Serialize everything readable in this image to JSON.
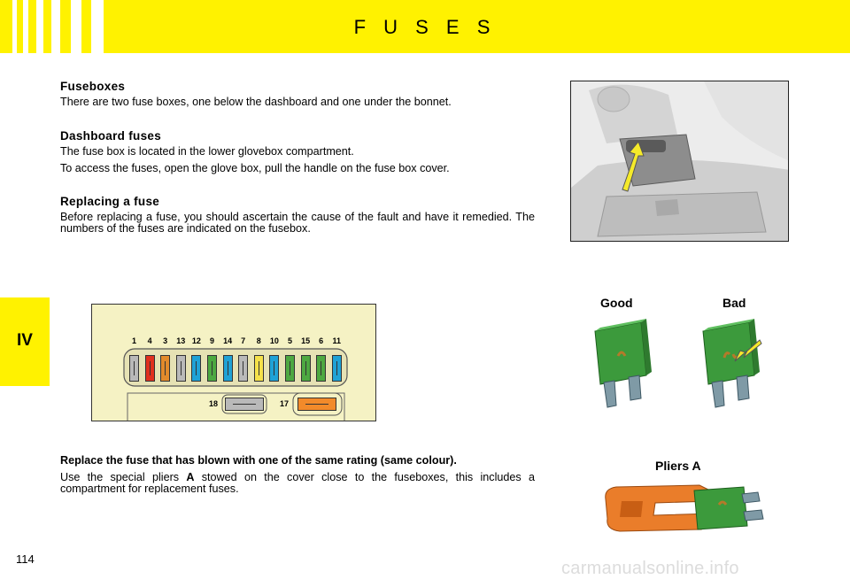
{
  "header": {
    "title": "F U S E S"
  },
  "side_tab": {
    "label": "IV"
  },
  "sections": {
    "fuseboxes": {
      "heading": "Fuseboxes",
      "body": "There are two fuse boxes, one below the dashboard and one under the bonnet."
    },
    "dashboard": {
      "heading": "Dashboard fuses",
      "body1": "The fuse box is located in the lower glovebox compartment.",
      "body2": "To access the fuses, open the glove box, pull the handle on the fuse box cover."
    },
    "replacing": {
      "heading": "Replacing a fuse",
      "body": "Before replacing a fuse, you should ascertain the cause of the fault and have it remedied. The numbers of the fuses are indicated on the fusebox."
    }
  },
  "instructions": {
    "bold": "Replace the fuse that has blown with one of the same rating (same colour).",
    "pliers_pre": "Use the special pliers ",
    "pliers_letter": "A",
    "pliers_post": " stowed on the cover close to the fuseboxes, this includes a compartment for replacement fuses."
  },
  "fusebox": {
    "fuses": [
      {
        "n": "1",
        "color": "#b9b9b9"
      },
      {
        "n": "4",
        "color": "#e0301e"
      },
      {
        "n": "3",
        "color": "#e28a2b"
      },
      {
        "n": "13",
        "color": "#b9b9b9"
      },
      {
        "n": "12",
        "color": "#1fa2d6"
      },
      {
        "n": "9",
        "color": "#4da841"
      },
      {
        "n": "14",
        "color": "#1fa2d6"
      },
      {
        "n": "7",
        "color": "#b9b9b9"
      },
      {
        "n": "8",
        "color": "#f5e14a"
      },
      {
        "n": "10",
        "color": "#1fa2d6"
      },
      {
        "n": "5",
        "color": "#4da841"
      },
      {
        "n": "15",
        "color": "#4da841"
      },
      {
        "n": "6",
        "color": "#4da841"
      },
      {
        "n": "11",
        "color": "#1fa2d6"
      }
    ],
    "maxi": [
      {
        "n": "18",
        "color": "#b9b9b9"
      },
      {
        "n": "17",
        "color": "#f28a2a"
      }
    ]
  },
  "captions": {
    "good": "Good",
    "bad": "Bad",
    "pliers": "Pliers A"
  },
  "page_number": "114",
  "watermark": "carmanualsonline.info"
}
